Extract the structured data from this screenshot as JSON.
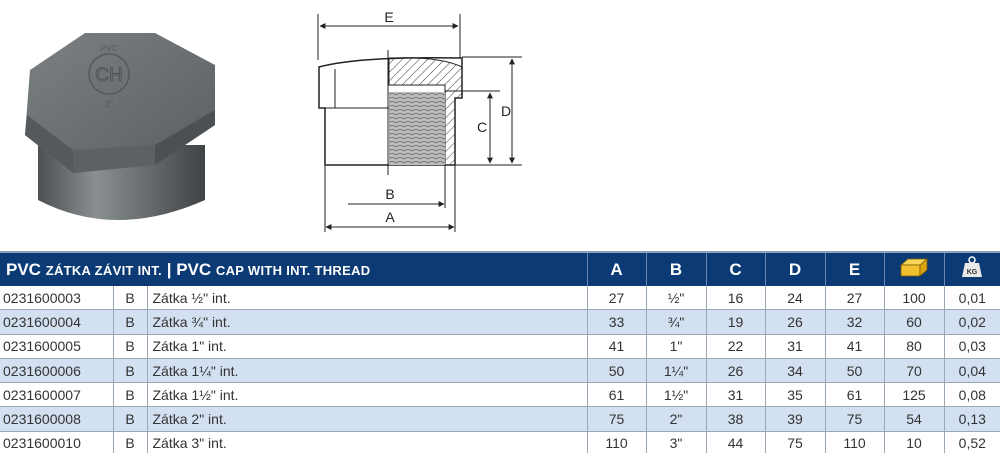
{
  "photo": {
    "marking_brand": "CH",
    "marking_material": "PVC",
    "marking_size": "2\""
  },
  "diagram": {
    "labels": {
      "a": "A",
      "b": "B",
      "c": "C",
      "d": "D",
      "e": "E"
    }
  },
  "table": {
    "title_main1": "PVC",
    "title_small1": "ZÁTKA ZÁVIT INT.",
    "separator": "|",
    "title_main2": "PVC",
    "title_small2": "CAP WITH INT. THREAD",
    "columns": [
      "A",
      "B",
      "C",
      "D",
      "E"
    ],
    "icons": {
      "package": "package-box-icon",
      "weight": "kg-weight-icon"
    },
    "weight_icon_text": "KG",
    "colors": {
      "header": "#0b3a75",
      "alt_row": "#d3e0f1",
      "box": "#f2c230"
    },
    "rows": [
      {
        "code": "0231600003",
        "type": "B",
        "name": "Zátka ½\" int.",
        "a": "27",
        "b": "½\"",
        "c": "16",
        "d": "24",
        "e": "27",
        "pack": "100",
        "kg": "0,01"
      },
      {
        "code": "0231600004",
        "type": "B",
        "name": "Zátka ¾\" int.",
        "a": "33",
        "b": "¾\"",
        "c": "19",
        "d": "26",
        "e": "32",
        "pack": "60",
        "kg": "0,02"
      },
      {
        "code": "0231600005",
        "type": "B",
        "name": "Zátka 1\" int.",
        "a": "41",
        "b": "1\"",
        "c": "22",
        "d": "31",
        "e": "41",
        "pack": "80",
        "kg": "0,03"
      },
      {
        "code": "0231600006",
        "type": "B",
        "name": "Zátka 1¼\" int.",
        "a": "50",
        "b": "1¼\"",
        "c": "26",
        "d": "34",
        "e": "50",
        "pack": "70",
        "kg": "0,04"
      },
      {
        "code": "0231600007",
        "type": "B",
        "name": "Zátka 1½\" int.",
        "a": "61",
        "b": "1½\"",
        "c": "31",
        "d": "35",
        "e": "61",
        "pack": "125",
        "kg": "0,08"
      },
      {
        "code": "0231600008",
        "type": "B",
        "name": "Zátka 2\" int.",
        "a": "75",
        "b": "2\"",
        "c": "38",
        "d": "39",
        "e": "75",
        "pack": "54",
        "kg": "0,13"
      },
      {
        "code": "0231600010",
        "type": "B",
        "name": "Zátka 3\" int.",
        "a": "110",
        "b": "3\"",
        "c": "44",
        "d": "75",
        "e": "110",
        "pack": "10",
        "kg": "0,52"
      }
    ]
  }
}
